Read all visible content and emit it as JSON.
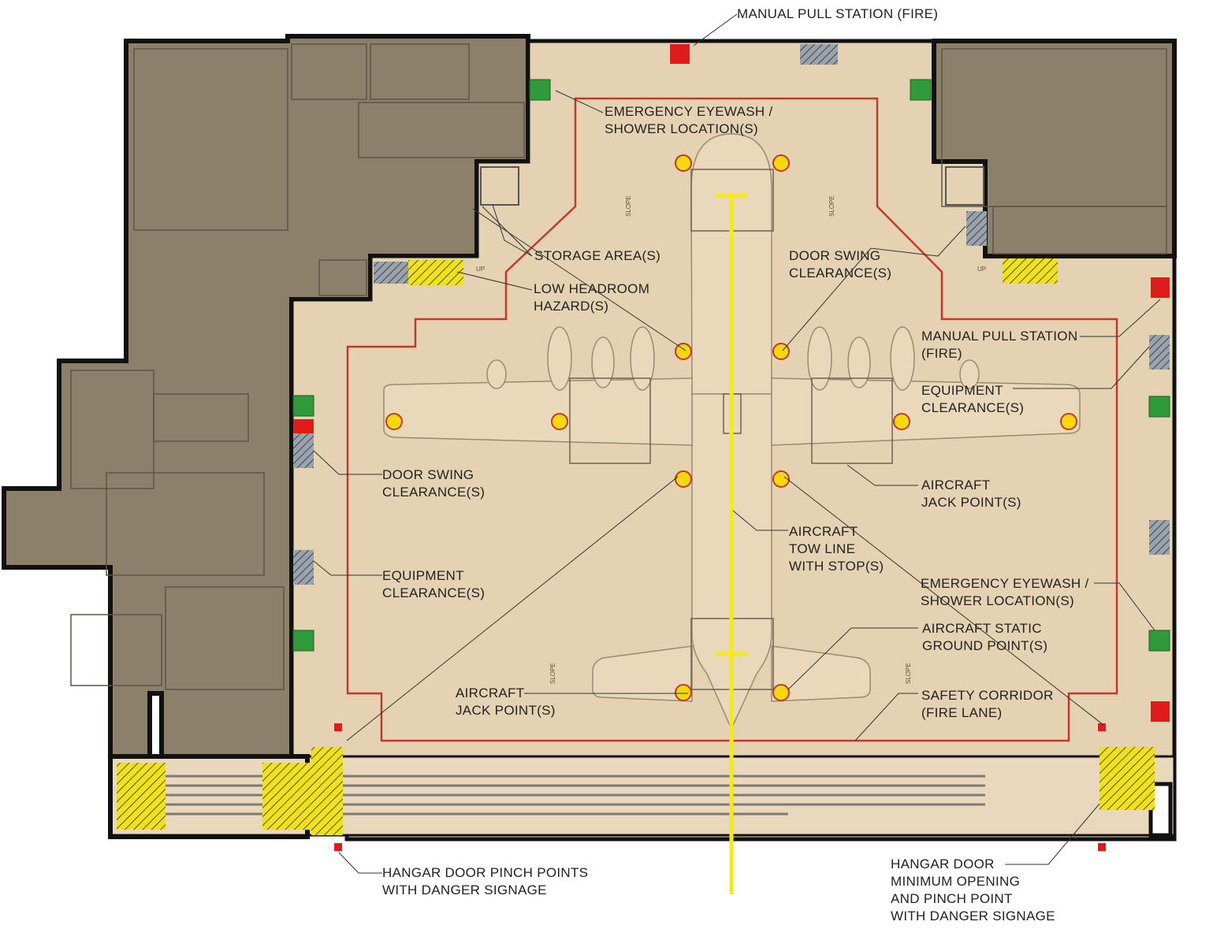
{
  "colors": {
    "building_fill": "#8d806b",
    "hangar_floor": "#e5d2b3",
    "wall": "#111111",
    "safety_corridor": "#c0392b",
    "tow_line": "#f3e91c",
    "jack_point": "#f5d90a",
    "eyewash": "#2f9a3a",
    "pull_station": "#e01b1b",
    "hazard_yellow": "#f0e21a",
    "aircraft": "#ead8ba"
  },
  "labels": {
    "pull_station_top": [
      "MANUAL PULL STATION (FIRE)"
    ],
    "eyewash_top": [
      "EMERGENCY EYEWASH /",
      "SHOWER LOCATION(S)"
    ],
    "storage_area": [
      "STORAGE AREA(S)"
    ],
    "low_headroom": [
      "LOW HEADROOM",
      "HAZARD(S)"
    ],
    "door_swing_right": [
      "DOOR SWING",
      "CLEARANCE(S)"
    ],
    "pull_station_right": [
      "MANUAL PULL STATION",
      "(FIRE)"
    ],
    "equipment_right": [
      "EQUIPMENT",
      "CLEARANCE(S)"
    ],
    "door_swing_left": [
      "DOOR SWING",
      "CLEARANCE(S)"
    ],
    "jack_point_right": [
      "AIRCRAFT",
      "JACK POINT(S)"
    ],
    "tow_line": [
      "AIRCRAFT",
      "TOW LINE",
      "WITH STOP(S)"
    ],
    "equipment_left": [
      "EQUIPMENT",
      "CLEARANCE(S)"
    ],
    "eyewash_right": [
      "EMERGENCY EYEWASH /",
      "SHOWER LOCATION(S)"
    ],
    "static_ground": [
      "AIRCRAFT STATIC",
      "GROUND POINT(S)"
    ],
    "jack_point_left": [
      "AIRCRAFT",
      "JACK POINT(S)"
    ],
    "safety_corridor": [
      "SAFETY CORRIDOR",
      "(FIRE LANE)"
    ],
    "pinch_points": [
      "HANGAR DOOR PINCH POINTS",
      "WITH DANGER SIGNAGE"
    ],
    "door_opening": [
      "HANGAR DOOR",
      "MINIMUM OPENING",
      "AND PINCH POINT",
      "WITH DANGER SIGNAGE"
    ]
  },
  "small_marks": {
    "slope": "SLOPE",
    "up": "UP"
  }
}
